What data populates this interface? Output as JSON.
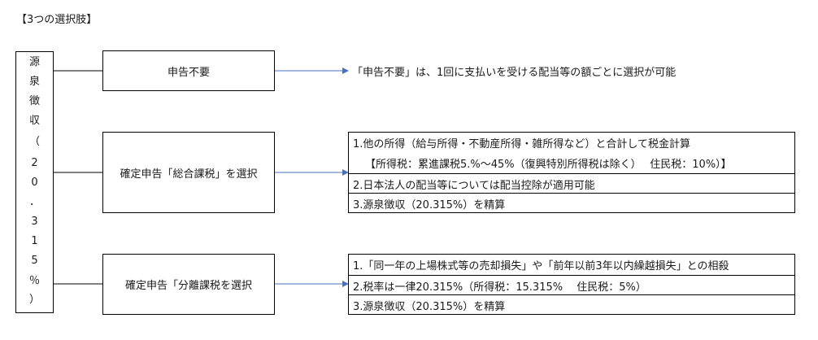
{
  "heading": "【3つの選択肢】",
  "vertical_label_chars": [
    "源",
    "泉",
    "徴",
    "収",
    "（",
    "2",
    "0",
    "．",
    "3",
    "1",
    "5",
    "％",
    "）"
  ],
  "options": [
    {
      "label": "申告不要"
    },
    {
      "label": "確定申告「総合課税」を選択"
    },
    {
      "label": "確定申告「分離課税を選択"
    }
  ],
  "no_filing_note": "「申告不要」は、1回に支払いを受ける配当等の額ごとに選択が可能",
  "comprehensive_details": [
    "1.他の所得（給与所得・不動産所得・雑所得など）と合計して税金計算",
    "【所得税：累進課税5.%～45%（復興特別所得税は除く）　 住民税：10%）】",
    "2.日本法人の配当等については配当控除が適用可能",
    "3.源泉徴収（20.315%）を精算"
  ],
  "separate_details": [
    "1.「同一年の上場株式等の売却損失」や「前年以前3年以内繰越損失」との相殺",
    "2.税率は一律20.315%（所得税：15.315%　 住民税：5%）",
    "3.源泉徴収（20.315%）を精算"
  ],
  "colors": {
    "arrow": "#4472c4",
    "border": "#000000"
  }
}
